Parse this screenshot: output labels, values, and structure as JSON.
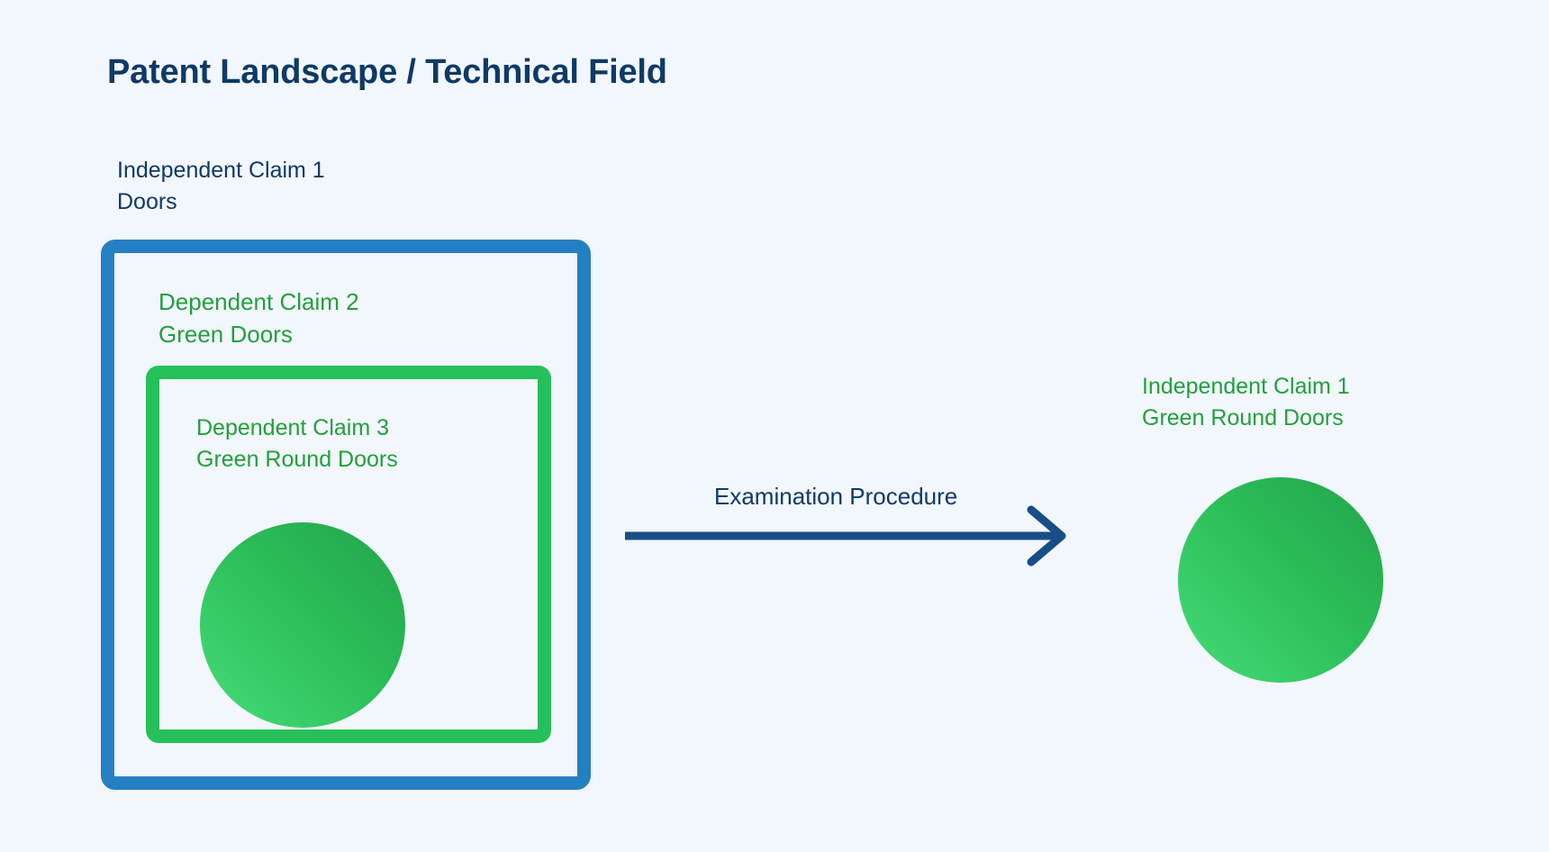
{
  "page": {
    "title": "Patent Landscape / Technical Field",
    "background_color": "#f2f6fd"
  },
  "colors": {
    "navy": "#0e3a66",
    "green_text": "#22a03c",
    "box_blue": "#2580c3",
    "box_green": "#25c05a",
    "circle_gradient_from": "#22a44b",
    "circle_gradient_to": "#46dd78",
    "arrow": "#184e86"
  },
  "left_group": {
    "outer_claim": {
      "line1": "Independent Claim 1",
      "line2": "Doors",
      "border_color": "#2580c3",
      "text_color": "#0e3a66"
    },
    "middle_claim": {
      "line1": "Dependent Claim 2",
      "line2": "Green Doors",
      "text_color": "#22a03c"
    },
    "inner_claim": {
      "line1": "Dependent Claim 3",
      "line2": "Green Round Doors",
      "border_color": "#25c05a",
      "text_color": "#22a03c"
    },
    "shape": {
      "name": "green-round-door",
      "kind": "circle"
    }
  },
  "transition": {
    "label": "Examination Procedure",
    "direction": "right",
    "color": "#184e86"
  },
  "right_group": {
    "claim": {
      "line1": "Independent Claim 1",
      "line2": "Green Round Doors",
      "text_color": "#22a03c"
    },
    "shape": {
      "name": "green-round-door",
      "kind": "circle"
    }
  }
}
